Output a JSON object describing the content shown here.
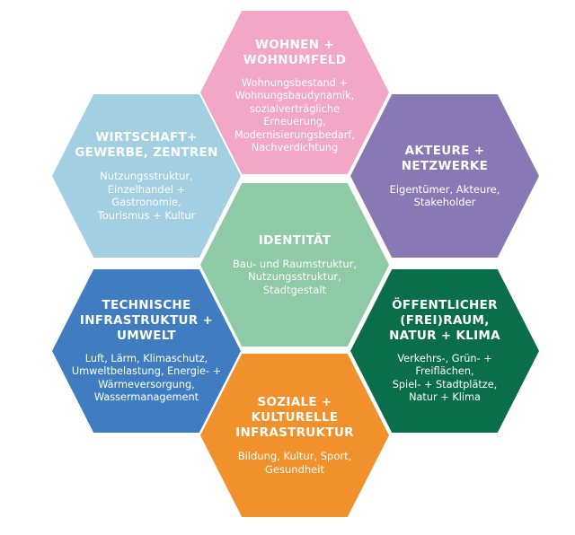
{
  "hexagons": {
    "wohnen": {
      "title": "WOHNEN +\nWOHNUMFELD",
      "body": "Wohnungsbestand +\nWohnungsbaudynamik,\nsozialverträgliche\nErneuerung,\nModernisierungsbedarf,\nNachverdichtung",
      "color": "#f2a7c6"
    },
    "wirtschaft": {
      "title": "WIRTSCHAFT+\nGEWERBE, ZENTREN",
      "body": "Nutzungsstruktur,\nEinzelhandel +\nGastronomie,\nTourismus + Kultur",
      "color": "#a3cfe3"
    },
    "akteure": {
      "title": "AKTEURE +\nNETZWERKE",
      "body": "Eigentümer, Akteure,\nStakeholder",
      "color": "#8878b4"
    },
    "identitaet": {
      "title": "IDENTITÄT",
      "body": "Bau- und Raumstruktur,\nNutzungsstruktur,\nStadtgestalt",
      "color": "#8dcaa5"
    },
    "technische": {
      "title": "TECHNISCHE\nINFRASTRUKTUR +\nUMWELT",
      "body": "Luft, Lärm, Klimaschutz,\nUmweltbelastung, Energie- +\nWärmeversorgung,\nWassermanagement",
      "color": "#3f7dc0"
    },
    "oeffentlich": {
      "title": "ÖFFENTLICHER\n(FREI)RAUM,\nNATUR + KLIMA",
      "body": "Verkehrs-, Grün- + Freiflächen,\nSpiel- + Stadtplätze,\nNatur + Klima",
      "color": "#0b6e4a"
    },
    "soziale": {
      "title": "SOZIALE +\nKULTURELLE\nINFRASTRUKTUR",
      "body": "Bildung, Kultur, Sport,\nGesundheit",
      "color": "#f1912c"
    }
  }
}
